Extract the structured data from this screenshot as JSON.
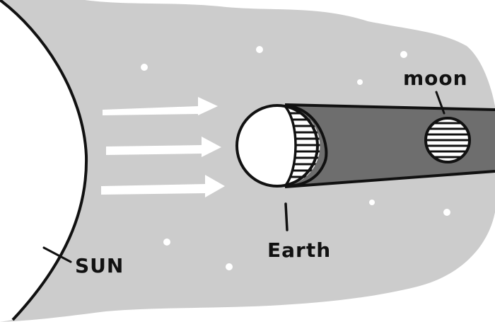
{
  "diagram": {
    "labels": {
      "sun": "SUN",
      "earth": "Earth",
      "moon": "moon"
    },
    "colors": {
      "space": "#cccccc",
      "sun": "#ffffff",
      "shadow": "#6e6e6e",
      "outline": "#111111",
      "sunlight_arrows": "#ffffff"
    }
  }
}
